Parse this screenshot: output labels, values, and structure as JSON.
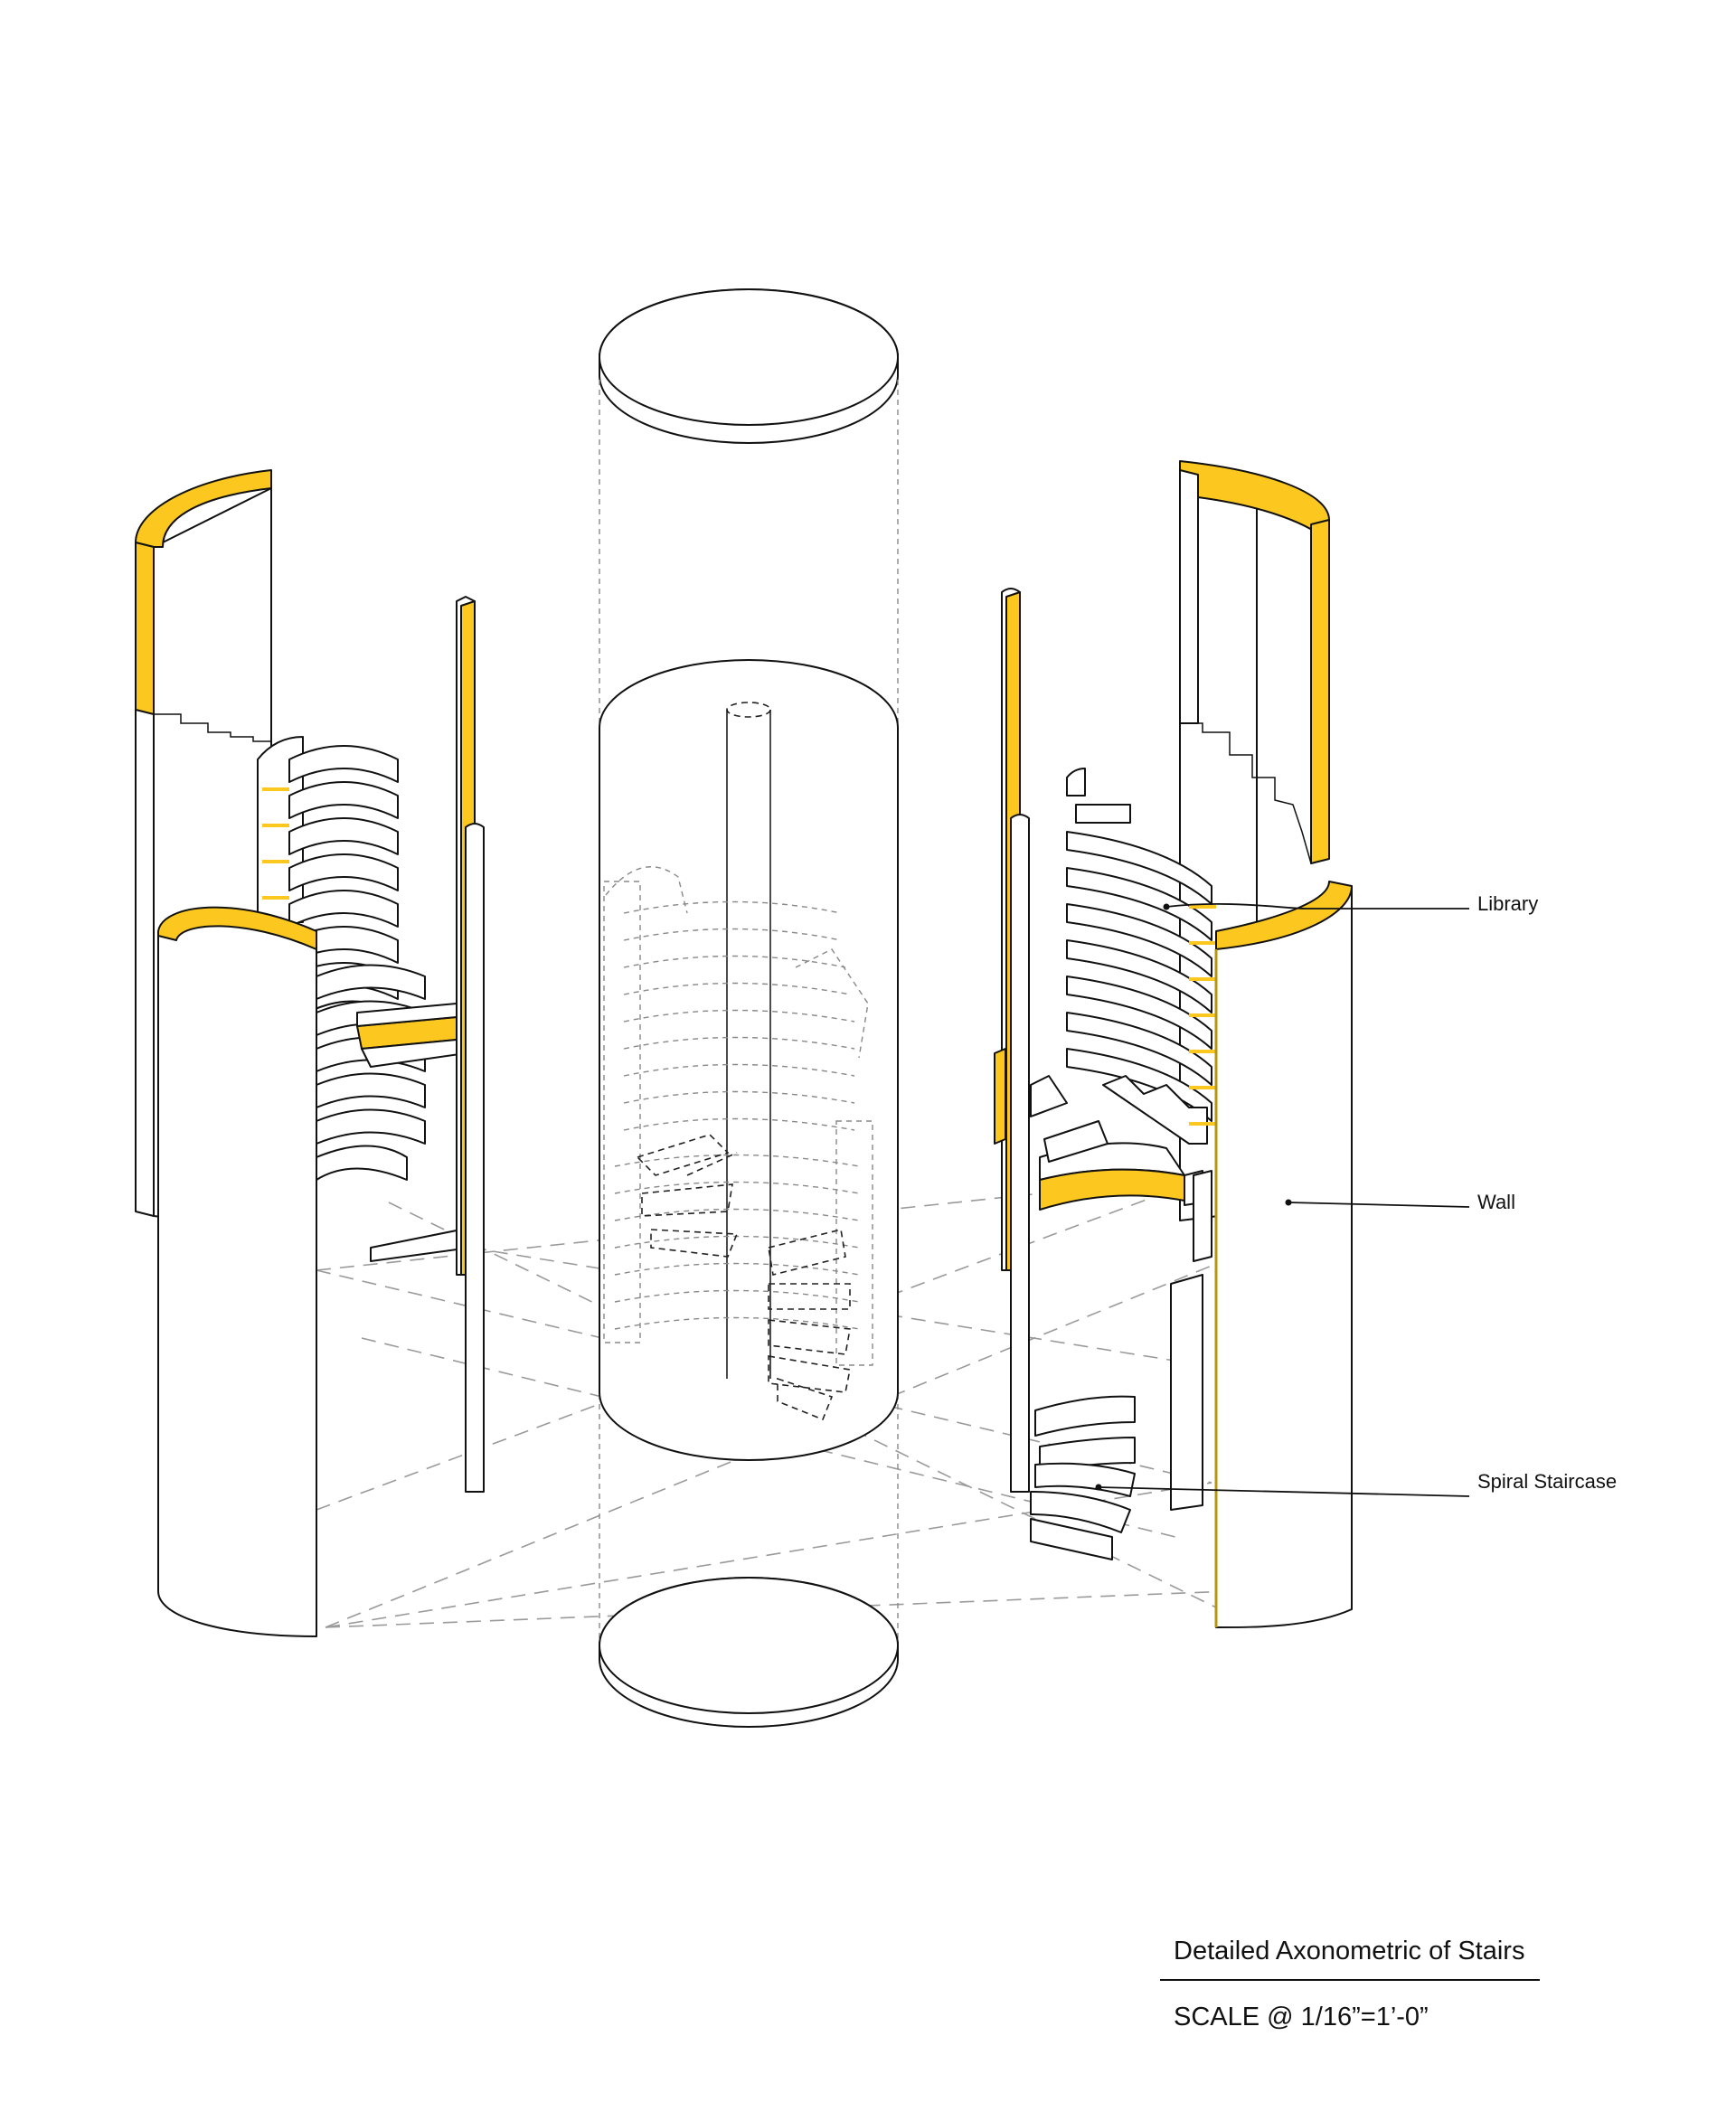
{
  "drawing": {
    "accent_color": "#fcc71e",
    "line_color": "#111111",
    "labels": {
      "library": "Library",
      "wall": "Wall",
      "spiral_staircase": "Spiral Staircase"
    },
    "title": "Detailed Axonometric of Stairs",
    "scale": "SCALE @ 1/16”=1’-0”"
  }
}
